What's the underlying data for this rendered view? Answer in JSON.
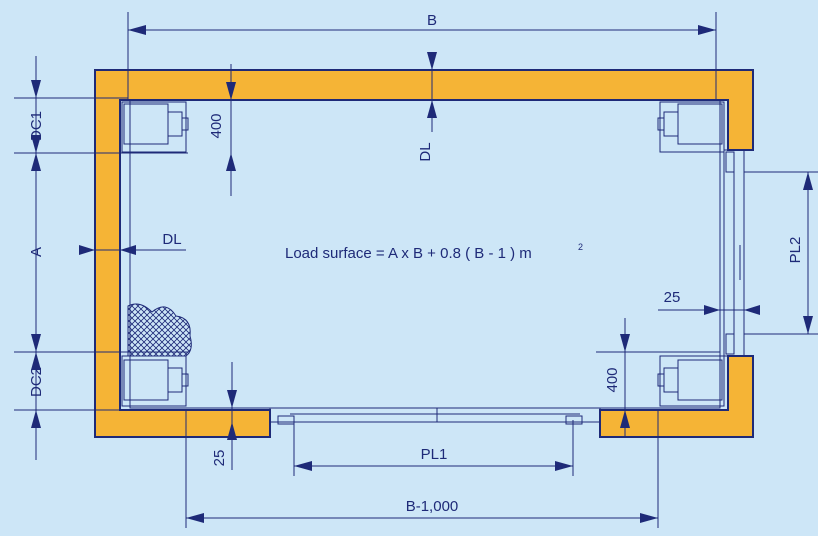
{
  "labels": {
    "B": "B",
    "DC1": "DC1",
    "A": "A",
    "DC2": "DC2",
    "dim400_top": "400",
    "dim400_bottom": "400",
    "DL_top": "DL",
    "DL_left": "DL",
    "PL2": "PL2",
    "dim25_right": "25",
    "dim25_bottom": "25",
    "PL1": "PL1",
    "B_minus": "B-1,000"
  },
  "formula": {
    "text": "Load surface = A x B + 0.8 ( B - 1 ) m",
    "superscript": "2"
  },
  "colors": {
    "background": "#cde6f7",
    "wall": "#f5b436",
    "line": "#1e2a78"
  }
}
